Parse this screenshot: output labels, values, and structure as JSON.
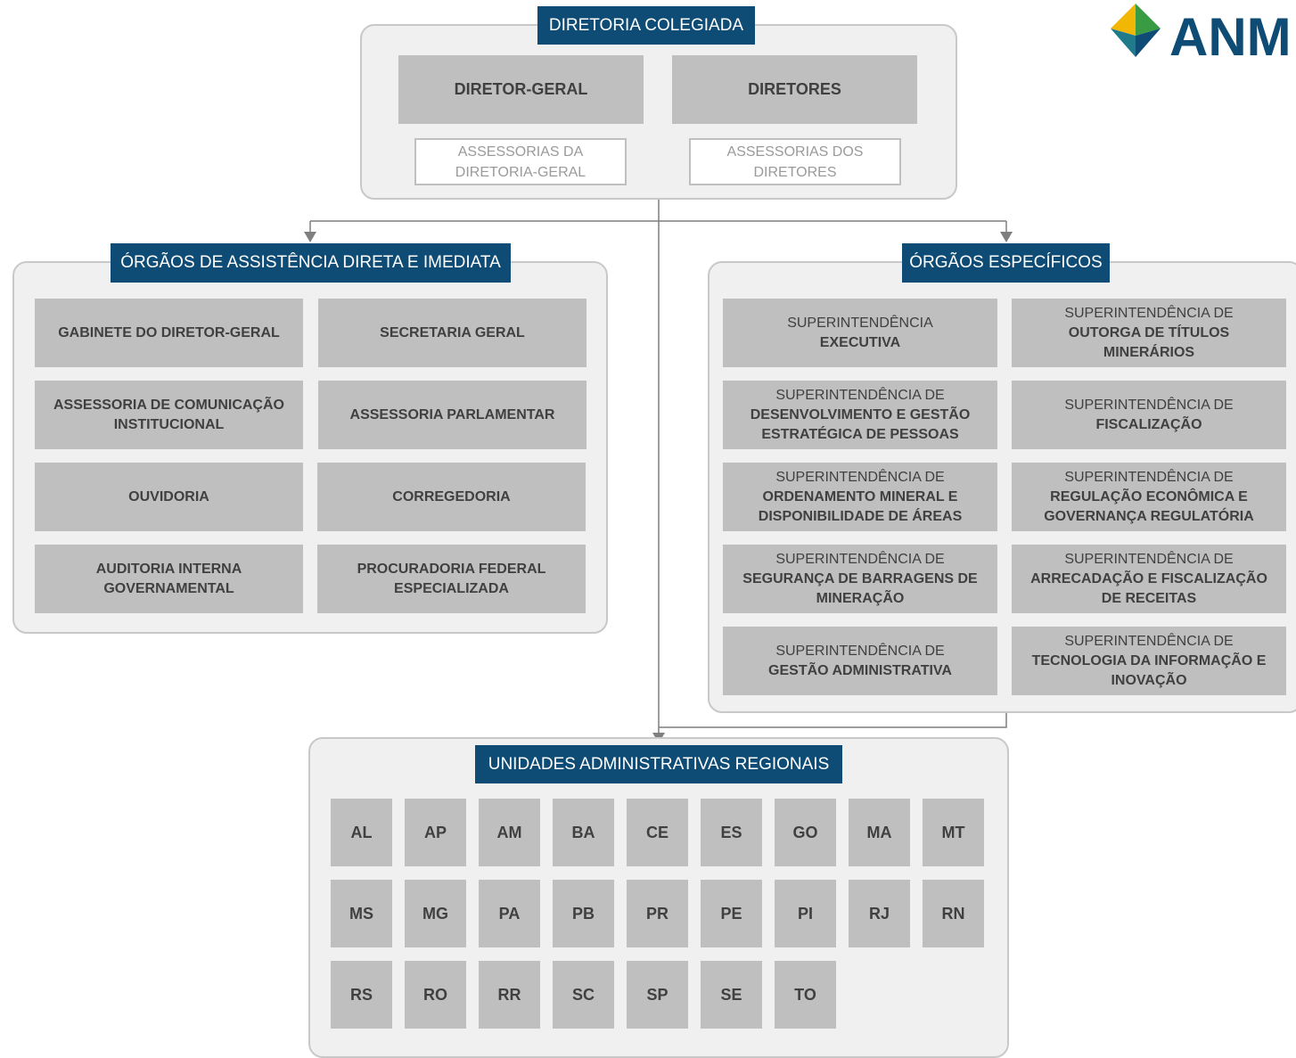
{
  "logo": {
    "text": "ANM"
  },
  "colors": {
    "header_bg": "#0f4c75",
    "box_bg": "#bfbfbf",
    "panel_bg": "#f0f0f0",
    "text": "#404040"
  },
  "top": {
    "header": "DIRETORIA COLEGIADA",
    "director_general": "DIRETOR-GERAL",
    "directors": "DIRETORES",
    "advisory_dg": [
      "ASSESSORIAS DA",
      "DIRETORIA-GERAL"
    ],
    "advisory_directors": [
      "ASSESSORIAS DOS",
      "DIRETORES"
    ]
  },
  "left": {
    "header": "ÓRGÃOS DE ASSISTÊNCIA DIRETA E IMEDIATA",
    "items": [
      [
        "GABINETE DO DIRETOR-GERAL"
      ],
      [
        "SECRETARIA GERAL"
      ],
      [
        "ASSESSORIA DE COMUNICAÇÃO",
        "INSTITUCIONAL"
      ],
      [
        "ASSESSORIA PARLAMENTAR"
      ],
      [
        "OUVIDORIA"
      ],
      [
        "CORREGEDORIA"
      ],
      [
        "AUDITORIA INTERNA",
        "GOVERNAMENTAL"
      ],
      [
        "PROCURADORIA FEDERAL",
        "ESPECIALIZADA"
      ]
    ]
  },
  "right": {
    "header": "ÓRGÃOS ESPECÍFICOS",
    "items": [
      {
        "pre": "SUPERINTENDÊNCIA",
        "name": [
          "EXECUTIVA"
        ]
      },
      {
        "pre": "SUPERINTENDÊNCIA DE",
        "name": [
          "OUTORGA DE TÍTULOS",
          "MINERÁRIOS"
        ]
      },
      {
        "pre": "SUPERINTENDÊNCIA DE",
        "name": [
          "DESENVOLVIMENTO E GESTÃO",
          "ESTRATÉGICA DE PESSOAS"
        ]
      },
      {
        "pre": "SUPERINTENDÊNCIA DE",
        "name": [
          "FISCALIZAÇÃO"
        ]
      },
      {
        "pre": "SUPERINTENDÊNCIA DE",
        "name": [
          "ORDENAMENTO MINERAL E",
          "DISPONIBILIDADE DE ÁREAS"
        ]
      },
      {
        "pre": "SUPERINTENDÊNCIA DE",
        "name": [
          "REGULAÇÃO ECONÔMICA E",
          "GOVERNANÇA REGULATÓRIA"
        ]
      },
      {
        "pre": "SUPERINTENDÊNCIA DE",
        "name": [
          "SEGURANÇA DE BARRAGENS DE",
          "MINERAÇÃO"
        ]
      },
      {
        "pre": "SUPERINTENDÊNCIA DE",
        "name": [
          "ARRECADAÇÃO E FISCALIZAÇÃO",
          "DE RECEITAS"
        ]
      },
      {
        "pre": "SUPERINTENDÊNCIA DE",
        "name": [
          "GESTÃO ADMINISTRATIVA"
        ]
      },
      {
        "pre": "SUPERINTENDÊNCIA DE",
        "name": [
          "TECNOLOGIA DA INFORMAÇÃO E",
          "INOVAÇÃO"
        ]
      }
    ]
  },
  "regional": {
    "header": "UNIDADES ADMINISTRATIVAS REGIONAIS",
    "states": [
      "AL",
      "AP",
      "AM",
      "BA",
      "CE",
      "ES",
      "GO",
      "MA",
      "MT",
      "MS",
      "MG",
      "PA",
      "PB",
      "PR",
      "PE",
      "PI",
      "RJ",
      "RN",
      "RS",
      "RO",
      "RR",
      "SC",
      "SP",
      "SE",
      "TO"
    ]
  }
}
